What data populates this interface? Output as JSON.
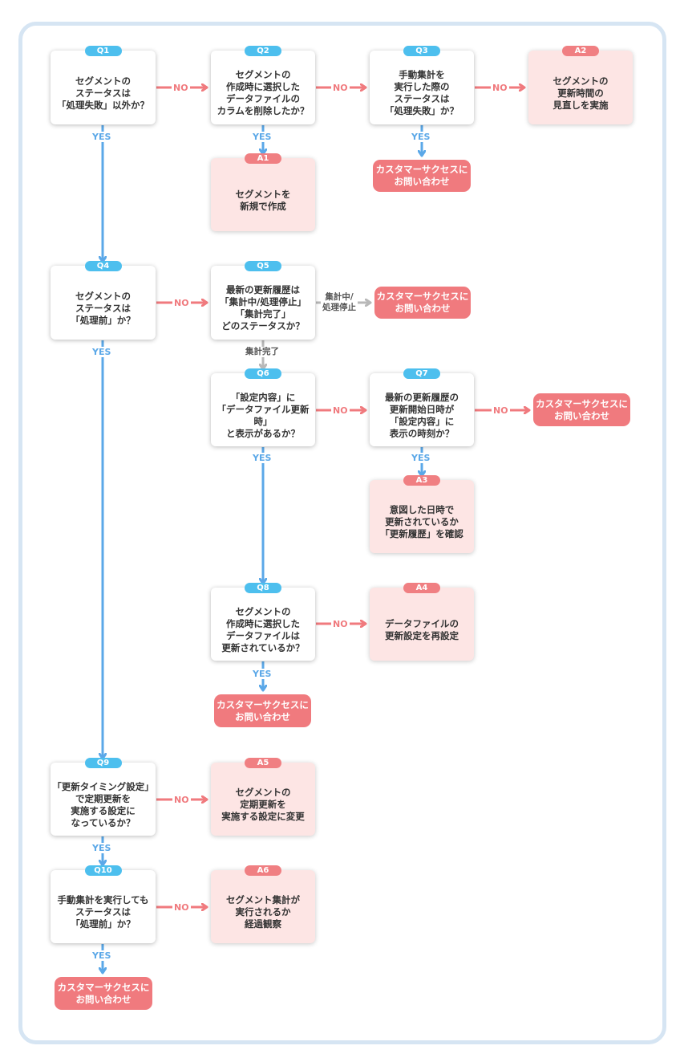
{
  "colors": {
    "yes": "#5ba8e8",
    "no": "#f07a7e",
    "neutral": "#b8b8b8",
    "question_tag": "#4dbfee",
    "answer_tag": "#f07f82",
    "answer_bg": "#fde5e4",
    "frame": "#d6e5f3"
  },
  "labels": {
    "yes": "YES",
    "no": "NO",
    "in_progress": "集計中/\n処理停止",
    "complete": "集計完了"
  },
  "contact": "カスタマーサクセスに\nお問い合わせ",
  "questions": {
    "q1": {
      "id": "Q1",
      "text": "セグメントの\nステータスは\n「処理失敗」以外か？"
    },
    "q2": {
      "id": "Q2",
      "text": "セグメントの\n作成時に選択した\nデータファイルの\nカラムを削除したか？"
    },
    "q3": {
      "id": "Q3",
      "text": "手動集計を\n実行した際の\nステータスは\n「処理失敗」か？"
    },
    "q4": {
      "id": "Q4",
      "text": "セグメントの\nステータスは\n「処理前」か？"
    },
    "q5": {
      "id": "Q5",
      "text": "最新の更新履歴は\n「集計中/処理停止」\n「集計完了」\nどのステータスか？"
    },
    "q6": {
      "id": "Q6",
      "text": "「設定内容」に\n「データファイル更新時」\nと表示があるか？"
    },
    "q7": {
      "id": "Q7",
      "text": "最新の更新履歴の\n更新開始日時が\n「設定内容」に\n表示の時刻か？"
    },
    "q8": {
      "id": "Q8",
      "text": "セグメントの\n作成時に選択した\nデータファイルは\n更新されているか？"
    },
    "q9": {
      "id": "Q9",
      "text": "「更新タイミング設定」\nで定期更新を\n実施する設定に\nなっているか？"
    },
    "q10": {
      "id": "Q10",
      "text": "手動集計を実行しても\nステータスは\n「処理前」か？"
    }
  },
  "answers": {
    "a1": {
      "id": "A1",
      "text": "セグメントを\n新規で作成"
    },
    "a2": {
      "id": "A2",
      "text": "セグメントの\n更新時間の\n見直しを実施"
    },
    "a3": {
      "id": "A3",
      "text": "意図した日時で\n更新されているか\n「更新履歴」を確認"
    },
    "a4": {
      "id": "A4",
      "text": "データファイルの\n更新設定を再設定"
    },
    "a5": {
      "id": "A5",
      "text": "セグメントの\n定期更新を\n実施する設定に変更"
    },
    "a6": {
      "id": "A6",
      "text": "セグメント集計が\n実行されるか\n経過観察"
    }
  }
}
